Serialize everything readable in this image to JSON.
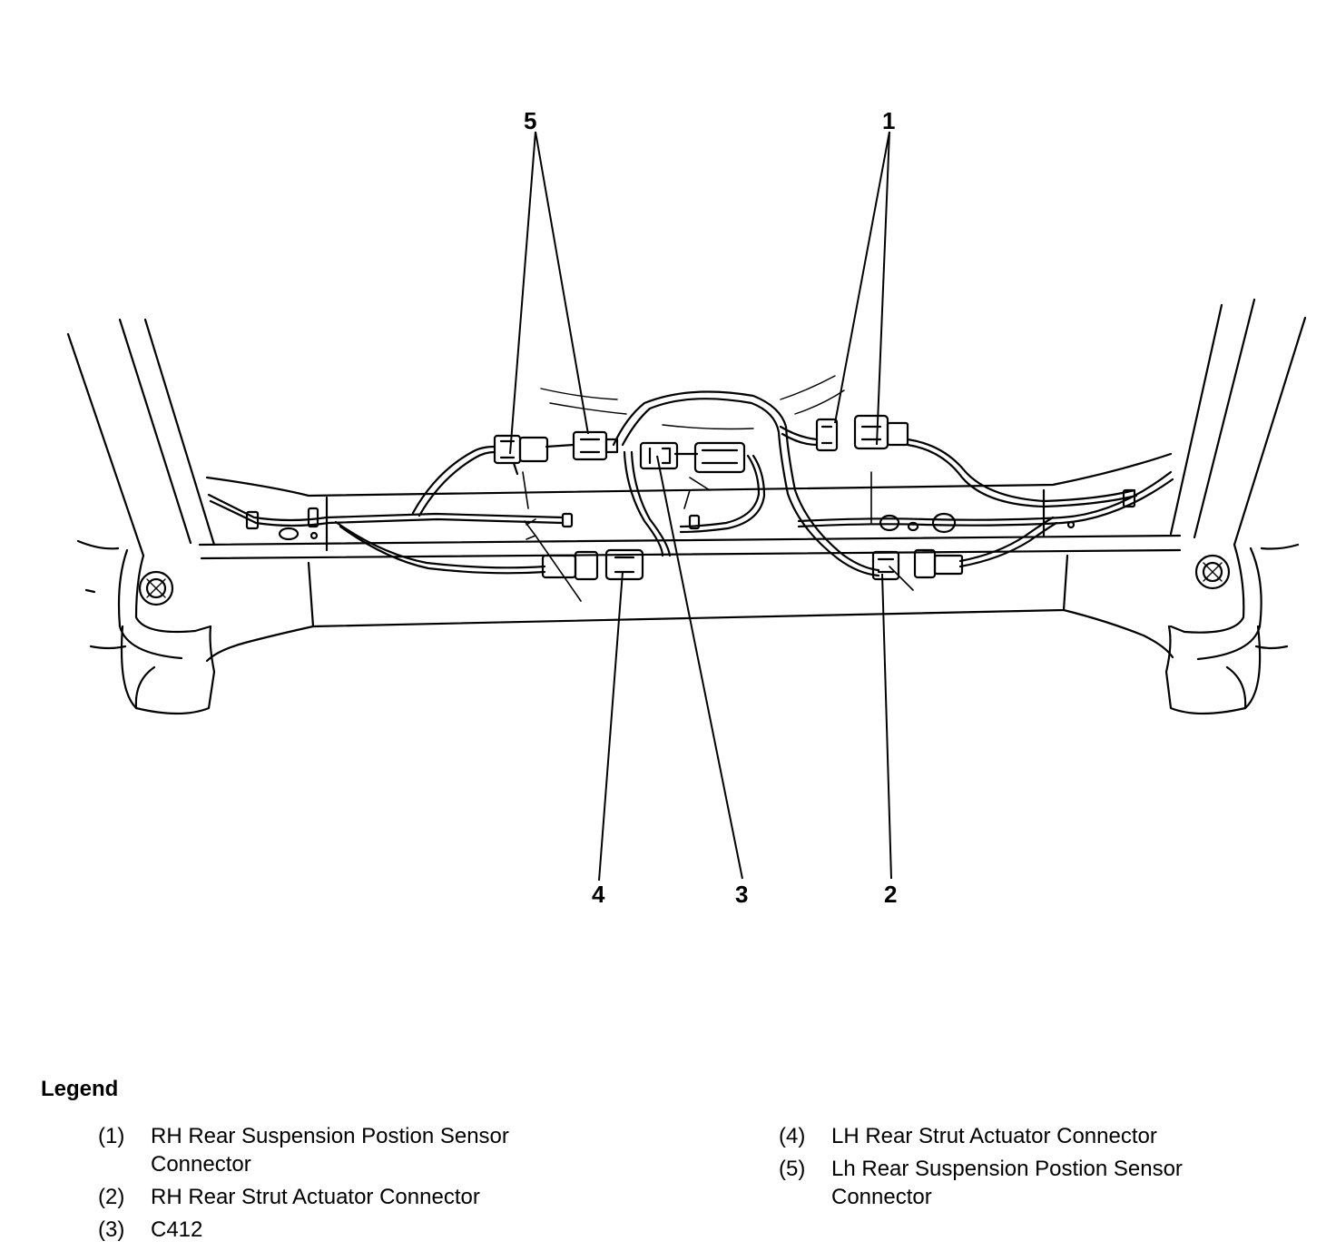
{
  "callouts": {
    "c1": "1",
    "c2": "2",
    "c3": "3",
    "c4": "4",
    "c5": "5"
  },
  "legend": {
    "title": "Legend",
    "items": [
      {
        "index": "(1)",
        "label": "RH Rear Suspension Postion Sensor Connector"
      },
      {
        "index": "(2)",
        "label": "RH Rear Strut Actuator Connector"
      },
      {
        "index": "(3)",
        "label": "C412"
      },
      {
        "index": "(4)",
        "label": "LH Rear Strut Actuator Connector"
      },
      {
        "index": "(5)",
        "label": "Lh Rear Suspension Postion Sensor Connector"
      }
    ]
  }
}
